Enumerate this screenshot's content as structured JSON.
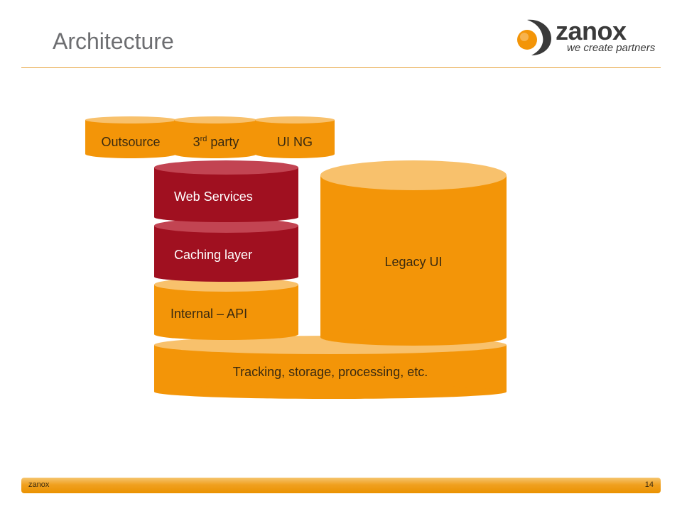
{
  "slide": {
    "title": "Architecture"
  },
  "logo": {
    "wordmark": "zanox",
    "tagline": "we create partners",
    "mark_icon": "zanox-orbit-icon"
  },
  "colors": {
    "orange": "#f39508",
    "orange_top": "#f8c16c",
    "red": "#a01020",
    "red_top": "#c24452",
    "title_gray": "#6d6e71",
    "rule": "#e7a33c"
  },
  "diagram": {
    "top_row": {
      "outsource": "Outsource",
      "third_party_base": "3",
      "third_party_sup": "rd",
      "third_party_rest": " party",
      "ui_ng": "UI NG"
    },
    "web_services": "Web Services",
    "caching_layer": "Caching layer",
    "internal_api": "Internal – API",
    "legacy_ui": "Legacy UI",
    "tracking": "Tracking, storage, processing, etc."
  },
  "footer": {
    "left": "zanox",
    "page_number": "14"
  }
}
